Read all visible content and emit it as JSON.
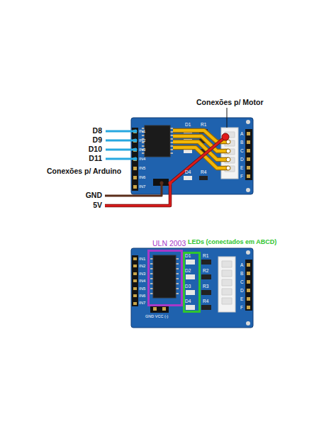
{
  "diagram": {
    "nodes": [
      {
        "text": [
          "ULN 2003"
        ]
      },
      {
        "text": [
          "LEDs (conectados em ABCD)"
        ]
      }
    ],
    "labels": [
      "Conexões p/ Motor",
      "D8",
      "D9",
      "D10",
      "D11",
      "Conexões p/ Arduino",
      "GND",
      "5V",
      "IN1",
      "IN2",
      "IN3",
      "IN4",
      "IN5",
      "IN6",
      "IN7",
      "D1",
      "R1",
      "D4",
      "R4",
      "A",
      "B",
      "C",
      "D",
      "E",
      "F",
      "IN1",
      "IN2",
      "IN3",
      "IN4",
      "IN5",
      "IN6",
      "IN7",
      "D1",
      "R1",
      "D2",
      "R2",
      "D3",
      "R3",
      "D4",
      "R4",
      "A",
      "B",
      "C",
      "D",
      "E",
      "F",
      "GND VCC (-)"
    ]
  }
}
